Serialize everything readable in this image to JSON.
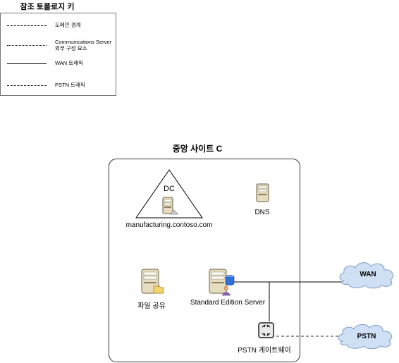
{
  "legend": {
    "title": "참조 토폴로지 키",
    "items": [
      {
        "style": "long-dash",
        "label": "도메인 경계"
      },
      {
        "style": "dotted",
        "label": "Communications Server\n외부 구성 요소"
      },
      {
        "style": "solid",
        "label": "WAN 트래픽"
      },
      {
        "style": "short-dash",
        "label": "PSTN 트래픽"
      }
    ]
  },
  "site": {
    "title": "중앙 사이트 C",
    "domain_controller": {
      "label": "DC",
      "domain": "manufacturing.contoso.com"
    },
    "dns": {
      "label": "DNS"
    },
    "file_share": {
      "label": "파일 공유"
    },
    "standard_server": {
      "label": "Standard Edition Server"
    },
    "pstn_gateway": {
      "label": "PSTN 게이트웨이"
    }
  },
  "clouds": {
    "wan": {
      "label": "WAN"
    },
    "pstn": {
      "label": "PSTN"
    }
  },
  "colors": {
    "server_body": "#e6ddc0",
    "cloud_fill": "#cfe0f5",
    "database": "#2f6fd6"
  }
}
